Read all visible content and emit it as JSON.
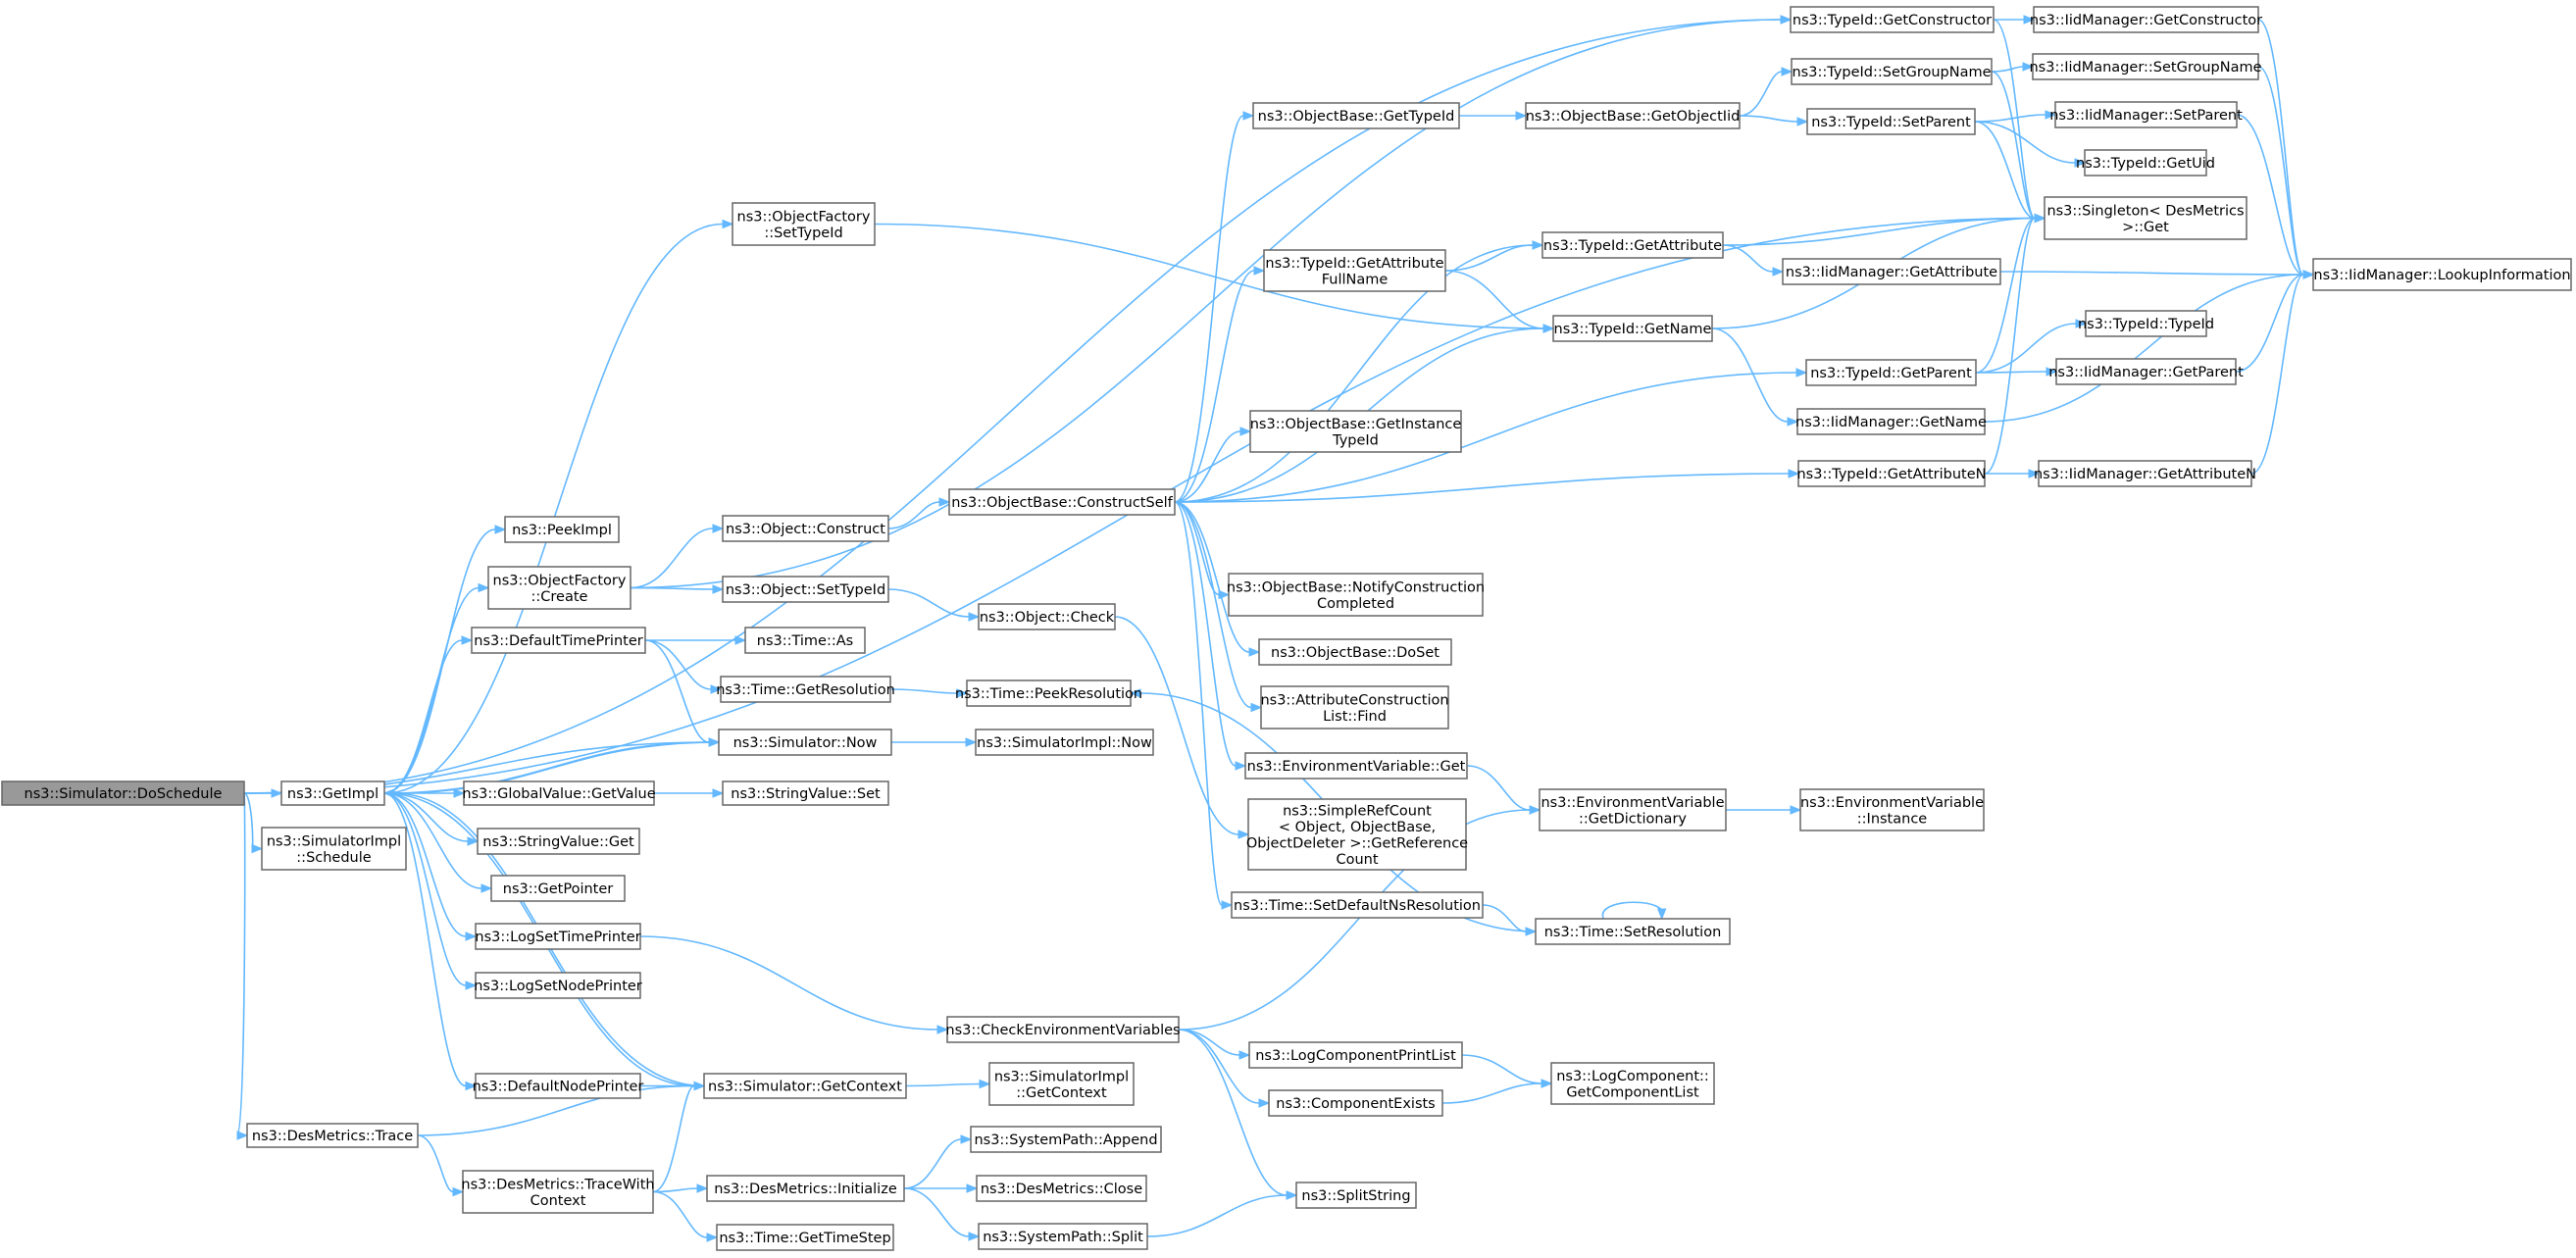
{
  "nodes": [
    {
      "id": "doschedule",
      "lines": [
        "ns3::Simulator::DoSchedule"
      ]
    },
    {
      "id": "getimpl",
      "lines": [
        "ns3::GetImpl"
      ]
    },
    {
      "id": "simimpl_schedule",
      "lines": [
        "ns3::SimulatorImpl",
        "::Schedule"
      ]
    },
    {
      "id": "desmetrics_trace",
      "lines": [
        "ns3::DesMetrics::Trace"
      ]
    },
    {
      "id": "peekimpl",
      "lines": [
        "ns3::PeekImpl"
      ]
    },
    {
      "id": "objfactory_create",
      "lines": [
        "ns3::ObjectFactory",
        "::Create"
      ]
    },
    {
      "id": "objfactory_settypeid",
      "lines": [
        "ns3::ObjectFactory",
        "::SetTypeId"
      ]
    },
    {
      "id": "defaulttimeprinter",
      "lines": [
        "ns3::DefaultTimePrinter"
      ]
    },
    {
      "id": "globalvalue_getvalue",
      "lines": [
        "ns3::GlobalValue::GetValue"
      ]
    },
    {
      "id": "stringvalue_get",
      "lines": [
        "ns3::StringValue::Get"
      ]
    },
    {
      "id": "getpointer",
      "lines": [
        "ns3::GetPointer"
      ]
    },
    {
      "id": "logsettimeprinter",
      "lines": [
        "ns3::LogSetTimePrinter"
      ]
    },
    {
      "id": "logsetnodeprinter",
      "lines": [
        "ns3::LogSetNodePrinter"
      ]
    },
    {
      "id": "defaultnodeprinter",
      "lines": [
        "ns3::DefaultNodePrinter"
      ]
    },
    {
      "id": "tracewithcontext",
      "lines": [
        "ns3::DesMetrics::TraceWith",
        "Context"
      ]
    },
    {
      "id": "object_construct",
      "lines": [
        "ns3::Object::Construct"
      ]
    },
    {
      "id": "object_settypeid",
      "lines": [
        "ns3::Object::SetTypeId"
      ]
    },
    {
      "id": "time_as",
      "lines": [
        "ns3::Time::As"
      ]
    },
    {
      "id": "time_getresolution",
      "lines": [
        "ns3::Time::GetResolution"
      ]
    },
    {
      "id": "simulator_now",
      "lines": [
        "ns3::Simulator::Now"
      ]
    },
    {
      "id": "stringvalue_set",
      "lines": [
        "ns3::StringValue::Set"
      ]
    },
    {
      "id": "simulator_getcontext",
      "lines": [
        "ns3::Simulator::GetContext"
      ]
    },
    {
      "id": "desmetrics_initialize",
      "lines": [
        "ns3::DesMetrics::Initialize"
      ]
    },
    {
      "id": "time_gettimestep",
      "lines": [
        "ns3::Time::GetTimeStep"
      ]
    },
    {
      "id": "objectbase_constructself",
      "lines": [
        "ns3::ObjectBase::ConstructSelf"
      ]
    },
    {
      "id": "object_check",
      "lines": [
        "ns3::Object::Check"
      ]
    },
    {
      "id": "time_peekresolution",
      "lines": [
        "ns3::Time::PeekResolution"
      ]
    },
    {
      "id": "simulatorimpl_now",
      "lines": [
        "ns3::SimulatorImpl::Now"
      ]
    },
    {
      "id": "checkenvvars",
      "lines": [
        "ns3::CheckEnvironmentVariables"
      ]
    },
    {
      "id": "simimpl_getcontext",
      "lines": [
        "ns3::SimulatorImpl",
        "::GetContext"
      ]
    },
    {
      "id": "systempath_append",
      "lines": [
        "ns3::SystemPath::Append"
      ]
    },
    {
      "id": "desmetrics_close",
      "lines": [
        "ns3::DesMetrics::Close"
      ]
    },
    {
      "id": "systempath_split",
      "lines": [
        "ns3::SystemPath::Split"
      ]
    },
    {
      "id": "objectbase_gettypeid",
      "lines": [
        "ns3::ObjectBase::GetTypeId"
      ]
    },
    {
      "id": "typeid_getattributefullname",
      "lines": [
        "ns3::TypeId::GetAttribute",
        "FullName"
      ]
    },
    {
      "id": "objectbase_getinstancetypeid",
      "lines": [
        "ns3::ObjectBase::GetInstance",
        "TypeId"
      ]
    },
    {
      "id": "objectbase_notifyconstruction",
      "lines": [
        "ns3::ObjectBase::NotifyConstruction",
        "Completed"
      ]
    },
    {
      "id": "objectbase_doset",
      "lines": [
        "ns3::ObjectBase::DoSet"
      ]
    },
    {
      "id": "attrconstructionlist_find",
      "lines": [
        "ns3::AttributeConstruction",
        "List::Find"
      ]
    },
    {
      "id": "envvar_get",
      "lines": [
        "ns3::EnvironmentVariable::Get"
      ]
    },
    {
      "id": "simplerefcount",
      "lines": [
        "ns3::SimpleRefCount",
        "< Object, ObjectBase,",
        "ObjectDeleter >::GetReference",
        "Count"
      ]
    },
    {
      "id": "time_setdefaultnsresolution",
      "lines": [
        "ns3::Time::SetDefaultNsResolution"
      ]
    },
    {
      "id": "logcomponentprintlist",
      "lines": [
        "ns3::LogComponentPrintList"
      ]
    },
    {
      "id": "componentexists",
      "lines": [
        "ns3::ComponentExists"
      ]
    },
    {
      "id": "splitstring",
      "lines": [
        "ns3::SplitString"
      ]
    },
    {
      "id": "objectbase_getobjectiid",
      "lines": [
        "ns3::ObjectBase::GetObjectIid"
      ]
    },
    {
      "id": "typeid_getattribute",
      "lines": [
        "ns3::TypeId::GetAttribute"
      ]
    },
    {
      "id": "typeid_getname",
      "lines": [
        "ns3::TypeId::GetName"
      ]
    },
    {
      "id": "envvar_getdictionary",
      "lines": [
        "ns3::EnvironmentVariable",
        "::GetDictionary"
      ]
    },
    {
      "id": "time_setresolution",
      "lines": [
        "ns3::Time::SetResolution"
      ]
    },
    {
      "id": "logcomponent_getcomponentlist",
      "lines": [
        "ns3::LogComponent::",
        "GetComponentList"
      ]
    },
    {
      "id": "typeid_getconstructor",
      "lines": [
        "ns3::TypeId::GetConstructor"
      ]
    },
    {
      "id": "typeid_setgroupname",
      "lines": [
        "ns3::TypeId::SetGroupName"
      ]
    },
    {
      "id": "typeid_setparent",
      "lines": [
        "ns3::TypeId::SetParent"
      ]
    },
    {
      "id": "iidmanager_getattribute",
      "lines": [
        "ns3::IidManager::GetAttribute"
      ]
    },
    {
      "id": "typeid_getparent",
      "lines": [
        "ns3::TypeId::GetParent"
      ]
    },
    {
      "id": "iidmanager_getname",
      "lines": [
        "ns3::IidManager::GetName"
      ]
    },
    {
      "id": "typeid_getattributen",
      "lines": [
        "ns3::TypeId::GetAttributeN"
      ]
    },
    {
      "id": "envvar_instance",
      "lines": [
        "ns3::EnvironmentVariable",
        "::Instance"
      ]
    },
    {
      "id": "iidmanager_getconstructor",
      "lines": [
        "ns3::IidManager::GetConstructor"
      ]
    },
    {
      "id": "iidmanager_setgroupname",
      "lines": [
        "ns3::IidManager::SetGroupName"
      ]
    },
    {
      "id": "iidmanager_setparent",
      "lines": [
        "ns3::IidManager::SetParent"
      ]
    },
    {
      "id": "typeid_getuid",
      "lines": [
        "ns3::TypeId::GetUid"
      ]
    },
    {
      "id": "singleton_get",
      "lines": [
        "ns3::Singleton< DesMetrics",
        ">::Get"
      ]
    },
    {
      "id": "typeid_typeid",
      "lines": [
        "ns3::TypeId::TypeId"
      ]
    },
    {
      "id": "iidmanager_getparent",
      "lines": [
        "ns3::IidManager::GetParent"
      ]
    },
    {
      "id": "iidmanager_getattributen",
      "lines": [
        "ns3::IidManager::GetAttributeN"
      ]
    },
    {
      "id": "iidmanager_lookupinformation",
      "lines": [
        "ns3::IidManager::LookupInformation"
      ]
    }
  ],
  "edges": [
    [
      "doschedule",
      "getimpl"
    ],
    [
      "doschedule",
      "simimpl_schedule"
    ],
    [
      "doschedule",
      "desmetrics_trace"
    ],
    [
      "doschedule",
      "simulator_now"
    ],
    [
      "doschedule",
      "typeid_getconstructor"
    ],
    [
      "doschedule",
      "singleton_get"
    ],
    [
      "getimpl",
      "peekimpl"
    ],
    [
      "getimpl",
      "objfactory_create"
    ],
    [
      "getimpl",
      "objfactory_settypeid"
    ],
    [
      "getimpl",
      "defaulttimeprinter"
    ],
    [
      "getimpl",
      "globalvalue_getvalue"
    ],
    [
      "getimpl",
      "stringvalue_get"
    ],
    [
      "getimpl",
      "getpointer"
    ],
    [
      "getimpl",
      "logsettimeprinter"
    ],
    [
      "getimpl",
      "logsetnodeprinter"
    ],
    [
      "getimpl",
      "defaultnodeprinter"
    ],
    [
      "getimpl",
      "simulator_getcontext"
    ],
    [
      "getimpl",
      "simulator_now"
    ],
    [
      "objfactory_create",
      "object_construct"
    ],
    [
      "objfactory_create",
      "object_settypeid"
    ],
    [
      "objfactory_create",
      "typeid_getconstructor"
    ],
    [
      "objfactory_settypeid",
      "typeid_getname"
    ],
    [
      "defaulttimeprinter",
      "time_as"
    ],
    [
      "defaulttimeprinter",
      "time_getresolution"
    ],
    [
      "defaulttimeprinter",
      "simulator_now"
    ],
    [
      "globalvalue_getvalue",
      "stringvalue_set"
    ],
    [
      "logsettimeprinter",
      "checkenvvars"
    ],
    [
      "defaultnodeprinter",
      "simulator_getcontext"
    ],
    [
      "simulator_now",
      "getimpl"
    ],
    [
      "simulator_now",
      "simulatorimpl_now"
    ],
    [
      "simulator_getcontext",
      "getimpl"
    ],
    [
      "simulator_getcontext",
      "simimpl_getcontext"
    ],
    [
      "desmetrics_trace",
      "simulator_getcontext"
    ],
    [
      "desmetrics_trace",
      "tracewithcontext"
    ],
    [
      "tracewithcontext",
      "simulator_getcontext"
    ],
    [
      "tracewithcontext",
      "desmetrics_initialize"
    ],
    [
      "tracewithcontext",
      "time_gettimestep"
    ],
    [
      "desmetrics_initialize",
      "systempath_append"
    ],
    [
      "desmetrics_initialize",
      "desmetrics_close"
    ],
    [
      "desmetrics_initialize",
      "systempath_split"
    ],
    [
      "object_construct",
      "objectbase_constructself"
    ],
    [
      "object_settypeid",
      "object_check"
    ],
    [
      "object_check",
      "simplerefcount"
    ],
    [
      "time_getresolution",
      "time_peekresolution"
    ],
    [
      "objectbase_constructself",
      "objectbase_gettypeid"
    ],
    [
      "objectbase_constructself",
      "typeid_getattributefullname"
    ],
    [
      "objectbase_constructself",
      "typeid_getattribute"
    ],
    [
      "objectbase_constructself",
      "typeid_getname"
    ],
    [
      "objectbase_constructself",
      "typeid_getparent"
    ],
    [
      "objectbase_constructself",
      "objectbase_getinstancetypeid"
    ],
    [
      "objectbase_constructself",
      "typeid_getattributen"
    ],
    [
      "objectbase_constructself",
      "objectbase_notifyconstruction"
    ],
    [
      "objectbase_constructself",
      "objectbase_doset"
    ],
    [
      "objectbase_constructself",
      "attrconstructionlist_find"
    ],
    [
      "objectbase_constructself",
      "envvar_get"
    ],
    [
      "objectbase_constructself",
      "time_setdefaultnsresolution"
    ],
    [
      "objectbase_gettypeid",
      "objectbase_getobjectiid"
    ],
    [
      "objectbase_getobjectiid",
      "typeid_setgroupname"
    ],
    [
      "objectbase_getobjectiid",
      "typeid_setparent"
    ],
    [
      "typeid_getattributefullname",
      "typeid_getattribute"
    ],
    [
      "typeid_getattributefullname",
      "typeid_getname"
    ],
    [
      "typeid_getattribute",
      "iidmanager_getattribute"
    ],
    [
      "typeid_getattribute",
      "singleton_get"
    ],
    [
      "typeid_getname",
      "iidmanager_getname"
    ],
    [
      "typeid_getname",
      "singleton_get"
    ],
    [
      "envvar_get",
      "envvar_getdictionary"
    ],
    [
      "envvar_getdictionary",
      "envvar_instance"
    ],
    [
      "time_setdefaultnsresolution",
      "time_setresolution"
    ],
    [
      "time_setresolution",
      "time_setresolution"
    ],
    [
      "time_setresolution",
      "time_peekresolution"
    ],
    [
      "checkenvvars",
      "envvar_getdictionary"
    ],
    [
      "checkenvvars",
      "logcomponentprintlist"
    ],
    [
      "checkenvvars",
      "componentexists"
    ],
    [
      "checkenvvars",
      "splitstring"
    ],
    [
      "systempath_split",
      "splitstring"
    ],
    [
      "logcomponentprintlist",
      "logcomponent_getcomponentlist"
    ],
    [
      "componentexists",
      "logcomponent_getcomponentlist"
    ],
    [
      "typeid_getconstructor",
      "iidmanager_getconstructor"
    ],
    [
      "typeid_getconstructor",
      "singleton_get"
    ],
    [
      "typeid_setgroupname",
      "iidmanager_setgroupname"
    ],
    [
      "typeid_setgroupname",
      "singleton_get"
    ],
    [
      "typeid_setparent",
      "iidmanager_setparent"
    ],
    [
      "typeid_setparent",
      "typeid_getuid"
    ],
    [
      "typeid_setparent",
      "singleton_get"
    ],
    [
      "typeid_getparent",
      "typeid_typeid"
    ],
    [
      "typeid_getparent",
      "iidmanager_getparent"
    ],
    [
      "typeid_getparent",
      "singleton_get"
    ],
    [
      "typeid_getattributen",
      "iidmanager_getattributen"
    ],
    [
      "typeid_getattributen",
      "singleton_get"
    ],
    [
      "iidmanager_getconstructor",
      "iidmanager_lookupinformation"
    ],
    [
      "iidmanager_setgroupname",
      "iidmanager_lookupinformation"
    ],
    [
      "iidmanager_setparent",
      "iidmanager_lookupinformation"
    ],
    [
      "iidmanager_getattribute",
      "iidmanager_lookupinformation"
    ],
    [
      "iidmanager_getparent",
      "iidmanager_lookupinformation"
    ],
    [
      "iidmanager_getname",
      "iidmanager_lookupinformation"
    ],
    [
      "iidmanager_getattributen",
      "iidmanager_lookupinformation"
    ]
  ]
}
